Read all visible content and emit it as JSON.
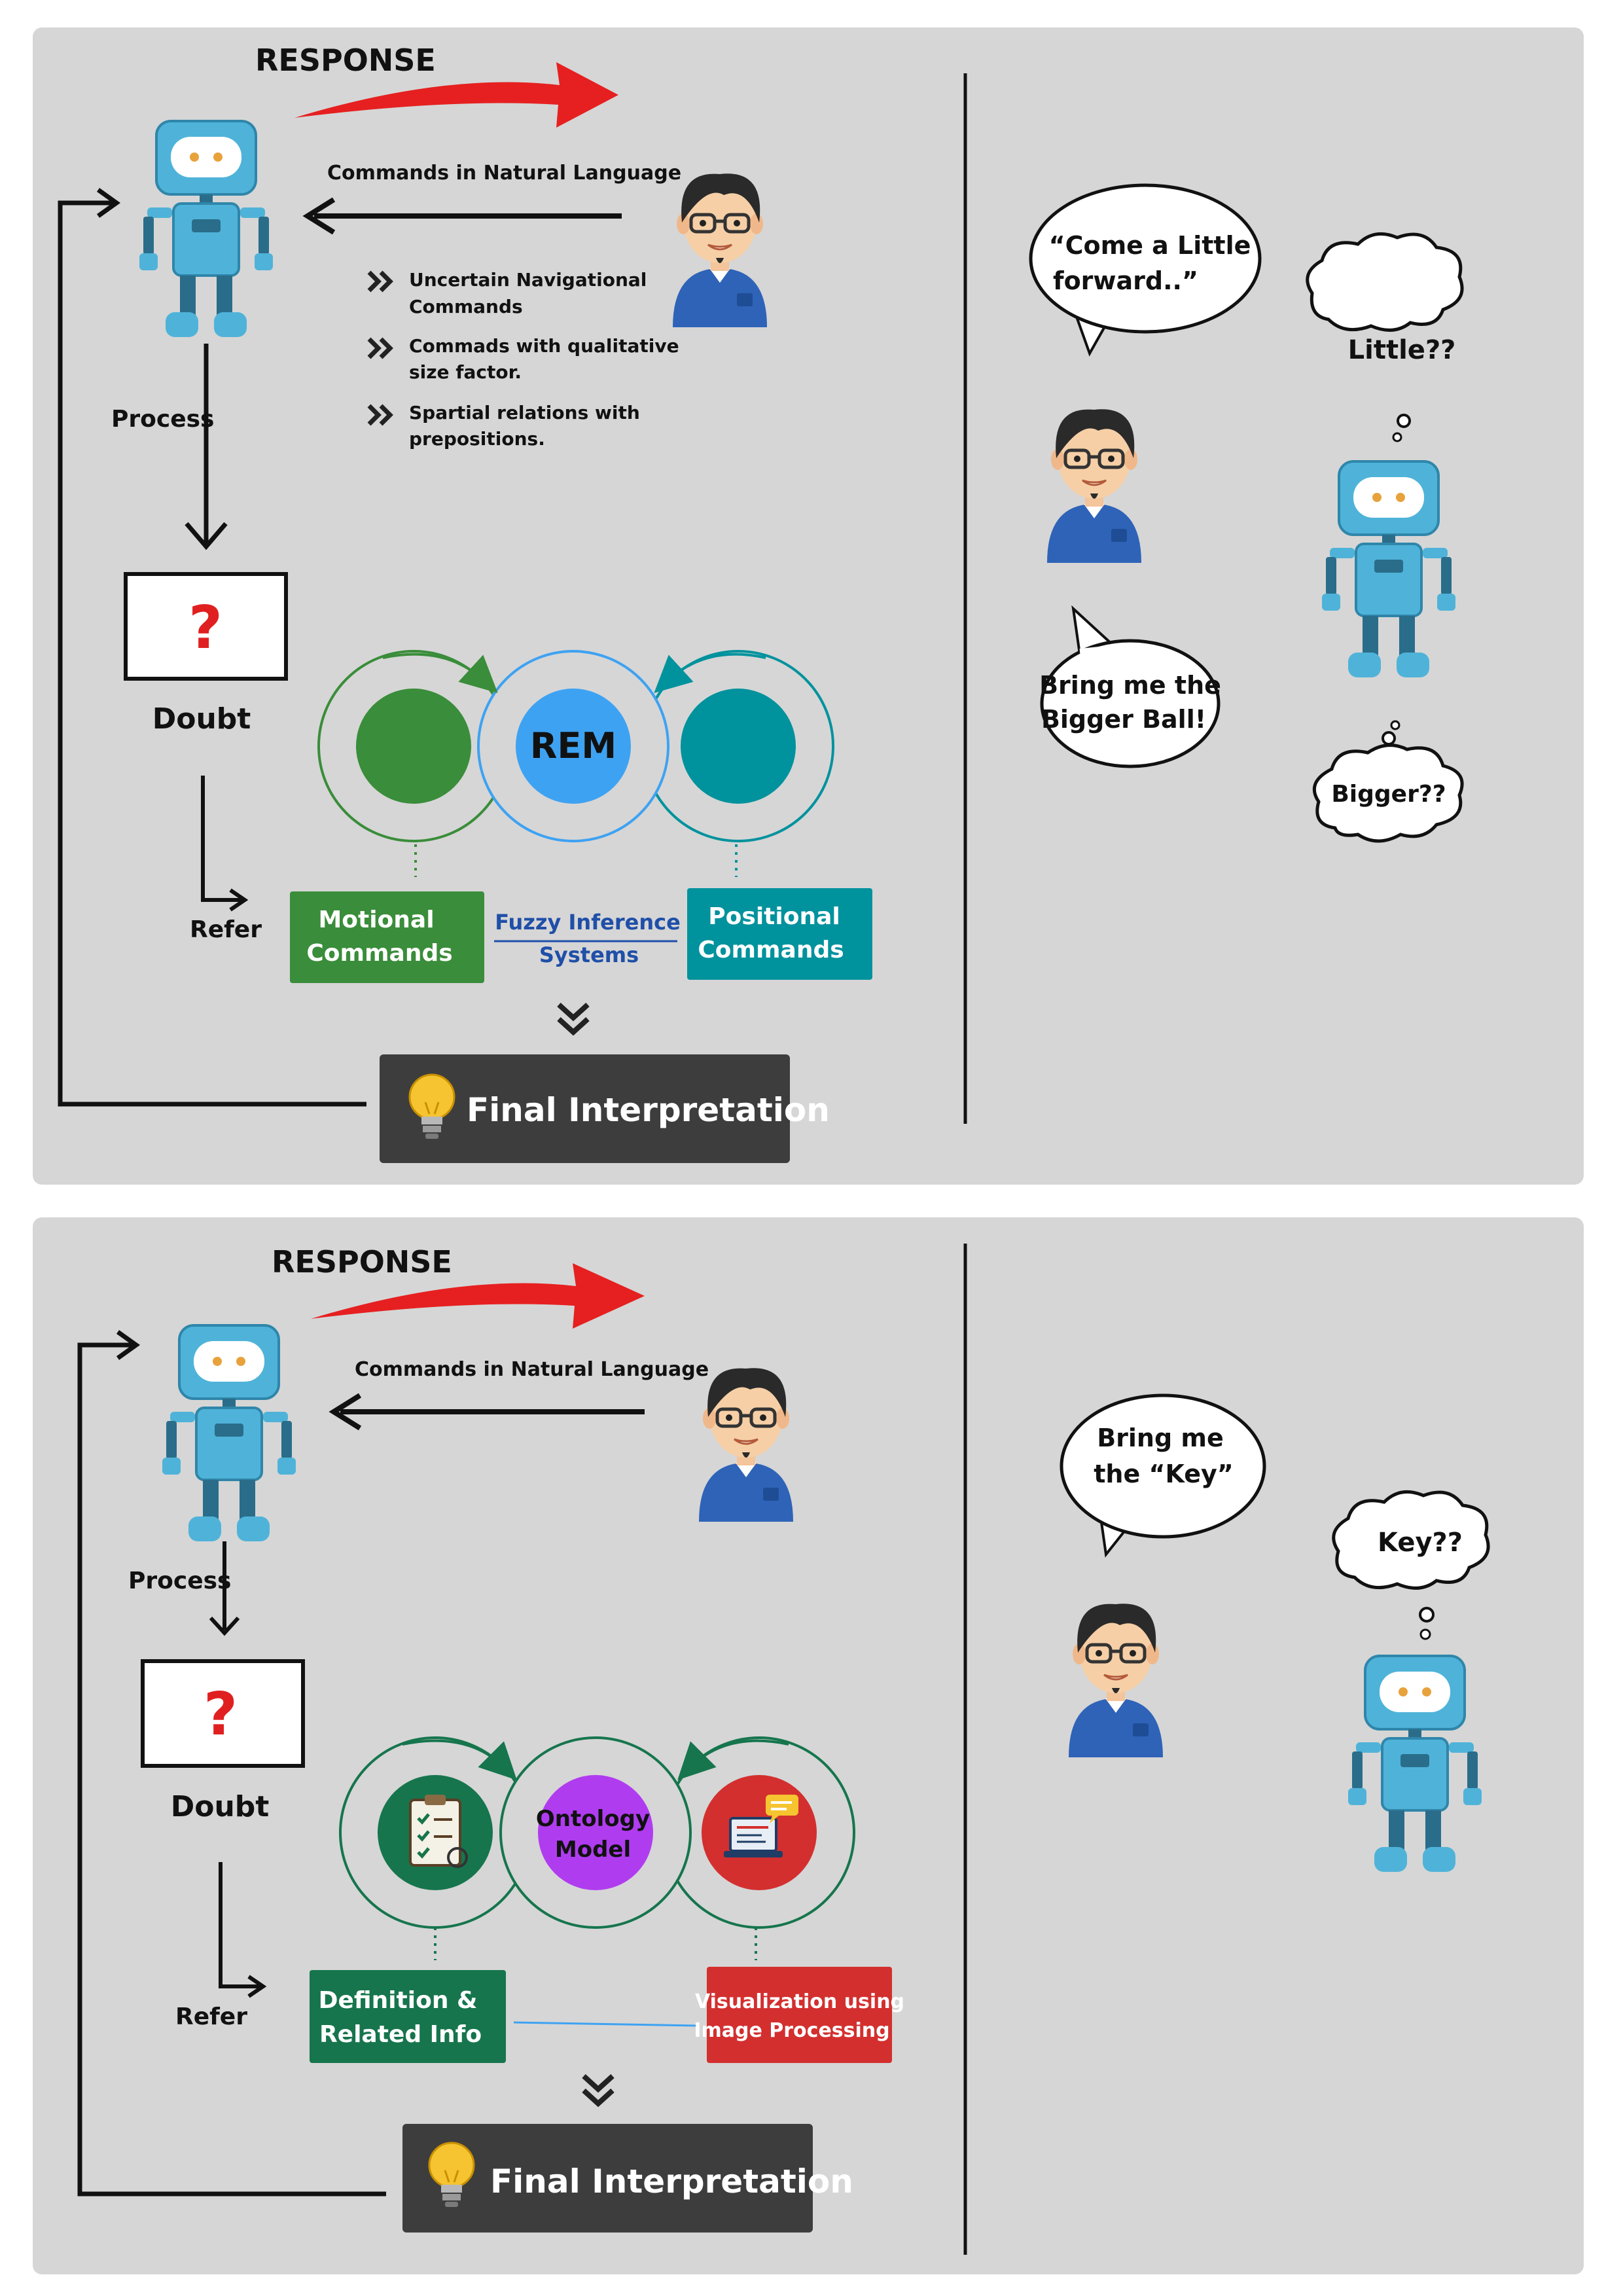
{
  "panel1": {
    "response_label": "RESPONSE",
    "commands_label": "Commands in Natural Language",
    "bullets": [
      [
        "Uncertain Navigational",
        "Commands"
      ],
      [
        "Commads with qualitative",
        "size factor."
      ],
      [
        "Spartial relations with",
        "prepositions."
      ]
    ],
    "process_label": "Process",
    "doubt_mark": "?",
    "doubt_label": "Doubt",
    "refer_label": "Refer",
    "center_circle": "REM",
    "left_box": [
      "Motional",
      "Commands"
    ],
    "middle_text": [
      "Fuzzy Inference",
      "Systems"
    ],
    "right_box": [
      "Positional",
      "Commands"
    ],
    "final_label": "Final Interpretation",
    "speech_1": [
      "“Come a Little",
      "forward..”"
    ],
    "speech_2": [
      "Bring me the",
      "Bigger Ball!"
    ],
    "thought_1": "Little??",
    "thought_2": "Bigger??"
  },
  "panel2": {
    "response_label": "RESPONSE",
    "commands_label": "Commands in Natural Language",
    "process_label": "Process",
    "doubt_mark": "?",
    "doubt_label": "Doubt",
    "refer_label": "Refer",
    "center_circle": [
      "Ontology",
      "Model"
    ],
    "left_box": [
      "Definition &",
      "Related Info"
    ],
    "right_box": [
      "Visualization using",
      "Image Processing"
    ],
    "final_label": "Final Interpretation",
    "speech_1": [
      "Bring me",
      "the “Key”"
    ],
    "thought_1": "Key??"
  },
  "colors": {
    "panel_bg": "#d6d6d6",
    "robot_body": "#4fb3d9",
    "robot_dark": "#2a6d8a",
    "person_shirt": "#2e63b8",
    "green": "#3a8d3a",
    "teal": "#00929d",
    "rem_blue": "#3ea2f2",
    "dark_green": "#16754d",
    "red_box": "#d32f2f",
    "purple": "#b03cf0",
    "final_box": "#3d3d3d",
    "bulb_yellow": "#f5c430",
    "arrow_red": "#e62020"
  },
  "icons": [
    "robot-icon",
    "person-icon",
    "chevrons-right-icon",
    "chevrons-down-icon",
    "lightbulb-icon",
    "clipboard-icon",
    "laptop-chat-icon",
    "question-mark-icon"
  ]
}
